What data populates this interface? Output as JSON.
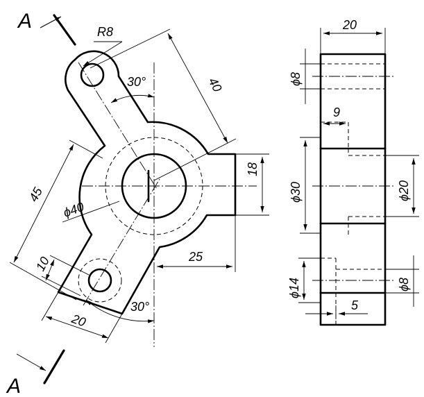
{
  "section_marks": {
    "top": "A",
    "bottom": "A"
  },
  "front_view": {
    "radius_label": "R8",
    "length_40": "40",
    "angle_top": "30°",
    "height_18": "18",
    "diameter_40": "ϕ40",
    "length_45": "45",
    "length_25": "25",
    "width_10": "10",
    "width_20": "20",
    "angle_bottom": "30°"
  },
  "side_view": {
    "width_20": "20",
    "diameter_8_top": "ϕ8",
    "depth_9": "9",
    "diameter_30": "ϕ30",
    "diameter_20": "ϕ20",
    "diameter_14": "ϕ14",
    "diameter_8_bottom": "ϕ8",
    "depth_5": "5"
  }
}
